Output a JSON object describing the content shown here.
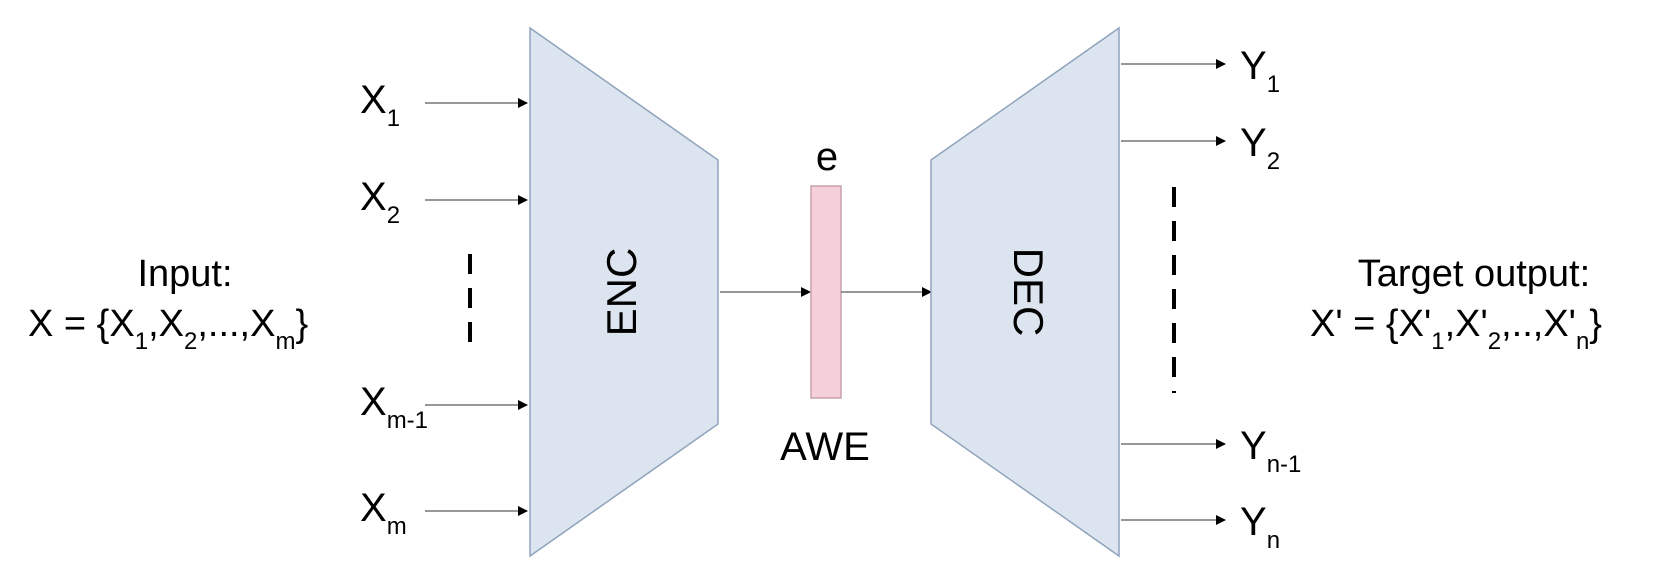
{
  "encoder": {
    "label": "ENC"
  },
  "decoder": {
    "label": "DEC"
  },
  "embedding": {
    "top_label": "e",
    "bottom_label": "AWE"
  },
  "inputs": [
    {
      "base": "X",
      "sub": "1"
    },
    {
      "base": "X",
      "sub": "2"
    },
    {
      "base": "X",
      "sub": "m-1"
    },
    {
      "base": "X",
      "sub": "m"
    }
  ],
  "outputs": [
    {
      "base": "Y",
      "sub": "1"
    },
    {
      "base": "Y",
      "sub": "2"
    },
    {
      "base": "Y",
      "sub": "n-1"
    },
    {
      "base": "Y",
      "sub": "n"
    }
  ],
  "input_description": {
    "heading": "Input:",
    "set_prefix": "X = {X",
    "sub_1": "1",
    "sep_1": ",X",
    "sub_2": "2",
    "sep_2": ",...,X",
    "sub_m": "m",
    "set_suffix": "}"
  },
  "output_description": {
    "heading": "Target output:",
    "set_prefix": "X' = {X'",
    "sub_1": "1",
    "sep_1": ",X'",
    "sub_2": "2",
    "sep_2": ",..,X'",
    "sub_n": "n",
    "set_suffix": "}"
  },
  "colors": {
    "block_fill": "#dce5ef",
    "block_stroke": "#8fa3bd",
    "embedding_fill": "#f5d0d8",
    "embedding_stroke": "#c8a2ab",
    "arrow": "#000000"
  }
}
